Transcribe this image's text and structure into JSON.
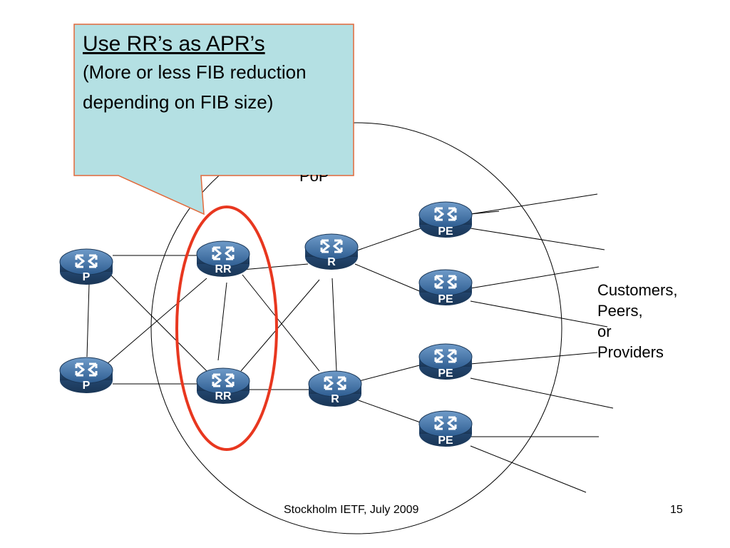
{
  "callout": {
    "title": "Use RR’s as APR’s",
    "body": "(More or less FIB reduction depending on FIB size)"
  },
  "pop_label": "PoP",
  "routers": {
    "p_top": "P",
    "p_bottom": "P",
    "rr_top": "RR",
    "rr_bottom": "RR",
    "r_top": "R",
    "r_bottom": "R",
    "pe_1": "PE",
    "pe_2": "PE",
    "pe_3": "PE",
    "pe_4": "PE"
  },
  "external": {
    "line1": "Customers,",
    "line2": "Peers,",
    "line3": "or",
    "line4": "Providers"
  },
  "footer": {
    "center": "Stockholm IETF, July 2009",
    "page": "15"
  },
  "colors": {
    "callout_fill": "#b4e0e3",
    "callout_border": "#e2693a",
    "highlight_ellipse": "#e8371f",
    "router_body": "#2f5a8a"
  }
}
